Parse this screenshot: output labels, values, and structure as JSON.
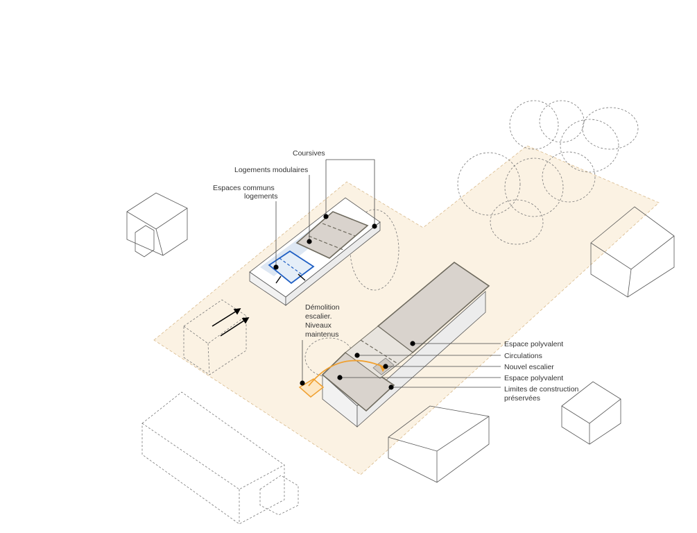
{
  "labels": {
    "coursives": "Coursives",
    "logements_modulaires": "Logements modulaires",
    "espaces_communs_1": "Espaces communs",
    "espaces_communs_2": "logements",
    "demolition_1": "Démolition",
    "demolition_2": "escalier.",
    "demolition_3": "Niveaux",
    "demolition_4": "maintenus",
    "espace_polyvalent_1": "Espace polyvalent",
    "circulations": "Circulations",
    "nouvel_escalier": "Nouvel escalier",
    "espace_polyvalent_2": "Espace polyvalent",
    "limites_1": "Limites de construction",
    "limites_2": "préservées"
  },
  "colors": {
    "site": "#fbf2e3",
    "roof": "#d9d3cd",
    "roof_edge": "#6e6a5e",
    "blue_accent": "#1f5fc4",
    "orange_accent": "#f0a030",
    "outline": "#555555"
  },
  "icons": {
    "arrows": "arrow-icon",
    "markers": "dot-marker"
  }
}
